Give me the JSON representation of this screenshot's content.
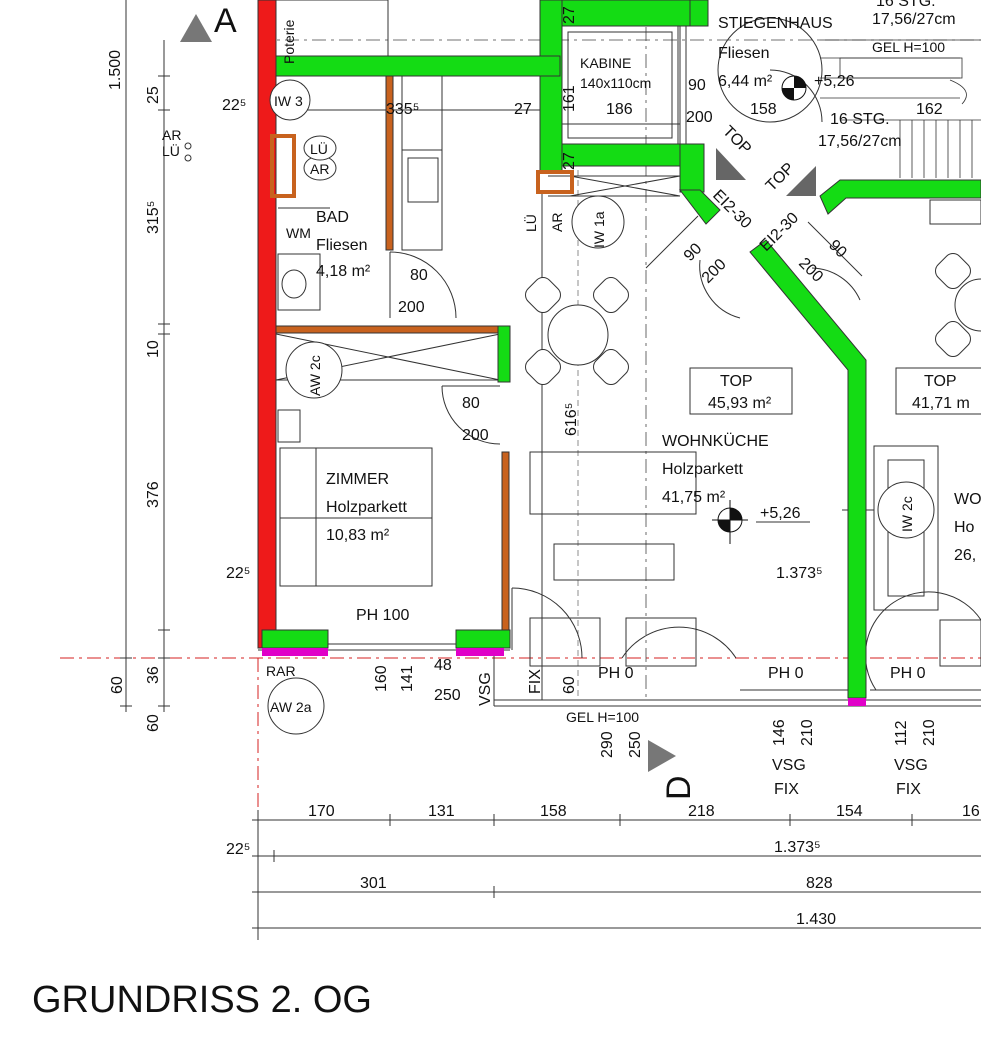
{
  "title": "GRUNDRISS 2. OG",
  "colors": {
    "wall_new": "#14dc14",
    "wall_existing": "#ee1a1a",
    "wall_light": "#c8621e",
    "insulation": "#e000c8",
    "line": "#333333",
    "axis": "#d42020"
  },
  "section_marks": {
    "a": "A",
    "d": "D"
  },
  "rooms": {
    "stiegenhaus": {
      "name": "STIEGENHAUS",
      "floor": "Fliesen",
      "area": "6,44 m²"
    },
    "kabine": {
      "name": "KABINE",
      "size": "140x110cm",
      "dim": "186"
    },
    "bad": {
      "name": "BAD",
      "floor": "Fliesen",
      "area": "4,18 m²",
      "wm": "WM"
    },
    "zimmer": {
      "name": "ZIMMER",
      "floor": "Holzparkett",
      "area": "10,83 m²"
    },
    "wohnkueche": {
      "name": "WOHNKÜCHE",
      "floor": "Holzparkett",
      "area": "41,75 m²"
    },
    "top_left": {
      "label": "TOP",
      "area": "45,93 m²"
    },
    "top_right": {
      "label": "TOP",
      "area": "41,71 m"
    },
    "wo_right": {
      "name": "WO",
      "floor": "Ho",
      "area": "26,"
    }
  },
  "labels": {
    "poteriel": "Poterie",
    "iw3": "IW 3",
    "iw1a": "IW 1a",
    "iw2c": "IW 2c",
    "aw2c": "AW 2c",
    "aw2a": "AW 2a",
    "ar_lue_1": "AR",
    "ar_lue_2": "LÜ",
    "lue": "LÜ",
    "ar": "AR",
    "lue_v": "LÜ",
    "ar_v": "AR",
    "rar": "RAR",
    "ph100": "PH 100",
    "ph0_a": "PH 0",
    "ph0_b": "PH 0",
    "ph0_c": "PH 0",
    "gel_top": "GEL H=100",
    "gel_bottom": "GEL H=100",
    "level_top": "+5,26",
    "level_main": "+5,26",
    "stg_top": "16 STG.",
    "stg_top_a": "17,56/27cm",
    "stg_mid": "16 STG.",
    "stg_mid_a": "17,56/27cm",
    "top_diag_1": "TOP",
    "top_diag_2": "TOP",
    "ei_1": "EI2-30",
    "ei_2": "EI2-30",
    "vsg": "VSG",
    "fix": "FIX",
    "vsg_1": "VSG",
    "fix_1": "FIX",
    "vsg_2": "VSG",
    "fix_2": "FIX"
  },
  "dims": {
    "d1500": "1.500",
    "d25": "25",
    "d3155": "315⁵",
    "d10": "10",
    "d376": "376",
    "d36": "36",
    "d60a": "60",
    "d60b": "60",
    "d225a": "22⁵",
    "d225b": "22⁵",
    "d225c": "22⁵",
    "d3355": "335⁵",
    "d27a": "27",
    "d161": "161",
    "d27b": "27",
    "d27c": "27",
    "d90a": "90",
    "d200a": "200",
    "d158a": "158",
    "d162": "162",
    "d80a": "80",
    "d200b": "200",
    "d80b": "80",
    "d200c": "200",
    "d90b": "90",
    "d200d": "200",
    "d90c": "90",
    "d200e": "200",
    "d6165": "616⁵",
    "d13735a": "1.373⁵",
    "d160": "160",
    "d141": "141",
    "d48": "48",
    "d250a": "250",
    "d60c": "60",
    "d290": "290",
    "d250b": "250",
    "d146": "146",
    "d210a": "210",
    "d112": "112",
    "d210b": "210",
    "b170": "170",
    "b131": "131",
    "b158": "158",
    "b218": "218",
    "b154": "154",
    "b16": "16",
    "b13735": "1.373⁵",
    "b301": "301",
    "b828": "828",
    "b1430": "1.430"
  }
}
